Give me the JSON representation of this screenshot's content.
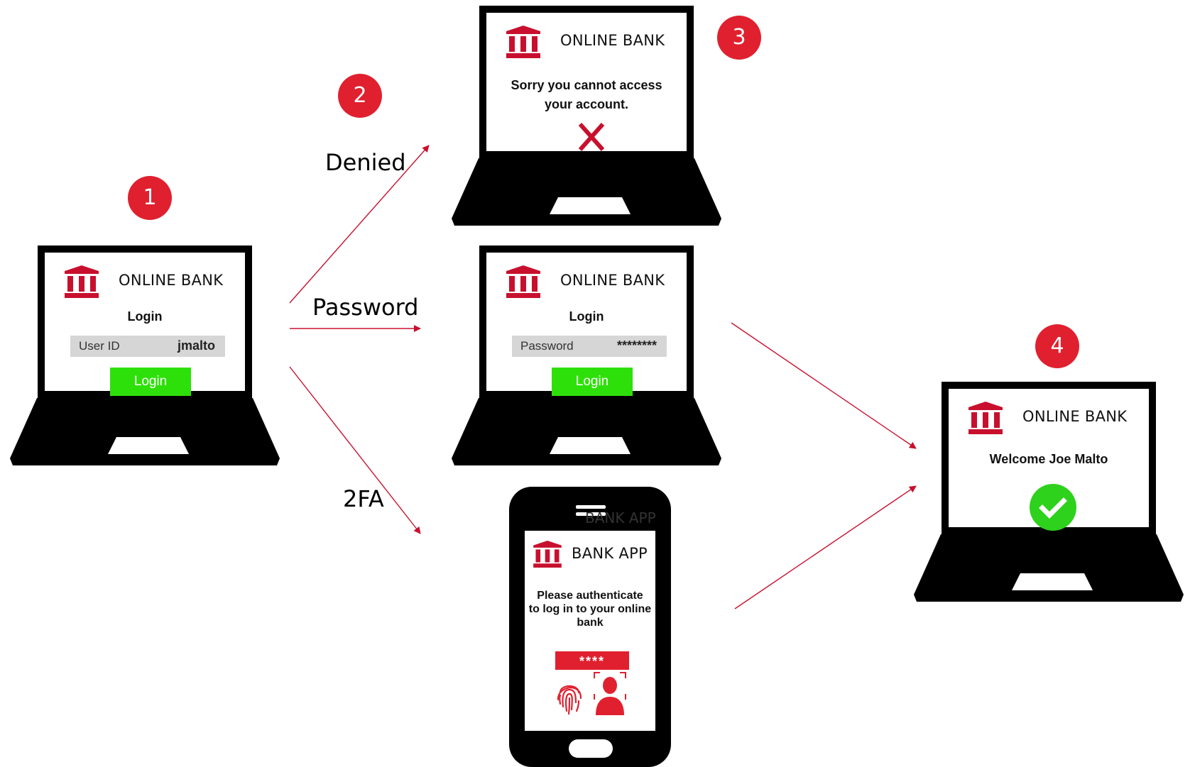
{
  "colors": {
    "accent_red": "#e0202f",
    "bank_red": "#c8102e",
    "login_green": "#2ee00a",
    "success_green": "#2ed11c",
    "field_gray": "#d6d6d6"
  },
  "badges": {
    "step1": "1",
    "step2": "2",
    "step3": "3",
    "step4": "4"
  },
  "edges": {
    "denied": "Denied",
    "password": "Password",
    "twofa": "2FA"
  },
  "login_laptop": {
    "bank_name": "ONLINE BANK",
    "title": "Login",
    "field_label": "User ID",
    "field_value": "jmalto",
    "button": "Login"
  },
  "denied_laptop": {
    "bank_name": "ONLINE BANK",
    "message_line1": "Sorry you cannot access",
    "message_line2": "your account.",
    "icon": "cross-icon"
  },
  "password_laptop": {
    "bank_name": "ONLINE BANK",
    "title": "Login",
    "field_label": "Password",
    "field_value": "********",
    "button": "Login"
  },
  "phone": {
    "ghost_title": "BANK APP",
    "bank_name": "BANK APP",
    "message_line1": "Please authenticate",
    "message_line2": "to log in to your online",
    "message_line3": "bank",
    "pin": "****",
    "icons": [
      "fingerprint-icon",
      "face-id-icon"
    ]
  },
  "welcome_laptop": {
    "bank_name": "ONLINE BANK",
    "message": "Welcome Joe Malto",
    "icon": "check-icon"
  }
}
